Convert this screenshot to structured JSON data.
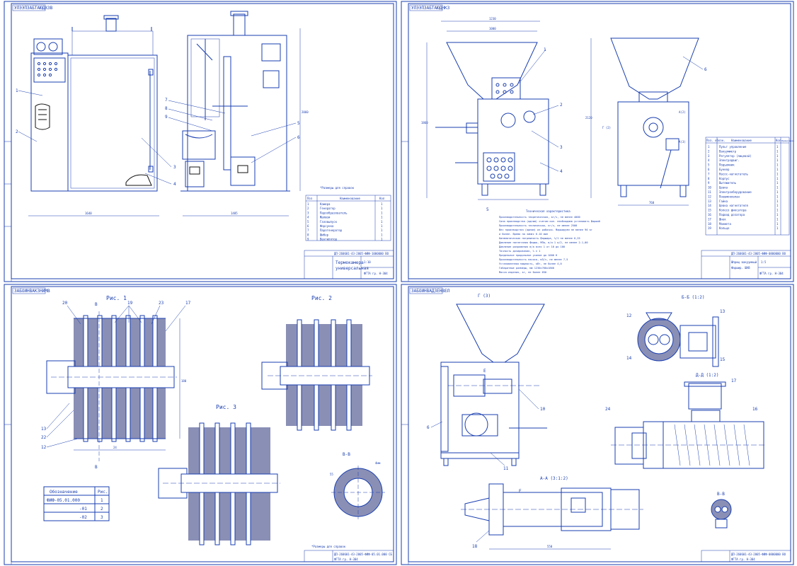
{
  "sheets": [
    {
      "stamp": "УЛЭЭПЗАБТАЮДХЗВ",
      "title_block": {
        "designation": "ДП-260601-43-2005-ФИФ-1000000 ВО",
        "name_line1": "Термокамера",
        "name_line2": "универсальная",
        "group": "ФГТА гр. Н-304",
        "sheets_label": "№",
        "scale": "1:10"
      },
      "note": "*Размеры для справок",
      "spec_headers": [
        "Поз",
        "Наименование",
        "Кол"
      ],
      "spec_rows": [
        [
          "1",
          "Камера",
          "1"
        ],
        [
          "2",
          "Генератор",
          "1"
        ],
        [
          "3",
          "Парообразователь",
          "1"
        ],
        [
          "4",
          "Жалюзи",
          "1"
        ],
        [
          "5",
          "Газовыпуск",
          "1"
        ],
        [
          "6",
          "Форсунка",
          "1"
        ],
        [
          "7",
          "Парогенератор",
          "1"
        ],
        [
          "8",
          "Шибер",
          "1"
        ],
        [
          "9",
          "Вентилятор",
          "1"
        ]
      ],
      "callouts": [
        "1",
        "2",
        "3",
        "4",
        "5",
        "6",
        "7",
        "8",
        "9"
      ],
      "dims": [
        "1640",
        "1485",
        "2060"
      ]
    },
    {
      "stamp": "УЛЭЭПЗАБТАЮДНКЗ",
      "tech_title": "Техническая характеристика",
      "tech_lines": [
        "Производительность теоретическая, кг/ч, не менее           4000",
        "Сила производства (одним) счетом кол. необходимо установить фарший",
        "Производительность техническая, кг/ч, не менее             2500",
        "Вес производства (одним) из рабочих. Фаршируем не менее 96 кг",
        "и более. Время на замес 6-10 мин",
        "Кинематическая погрешность фаршира, %/1 не менее           0,25",
        "Давление нагнетания фарша, МПа, в/а 1 и/2, не менее        2-1,00",
        "Давление разряжения в/а всех 1                         от 10 до 100",
        "Точность дозирования, %                                    ± 1",
        "Предельное продольное усилие до 1000 Н",
        "Производительность насоса, м3/ч, не менее                  7,5",
        "Установленная мощность, кВт, не более                      4,0",
        "Габаритные размеры, мм                           1230х760х1860",
        "Масса изделия, кг, не более                                650"
      ],
      "title_block": {
        "designation": "ДП-260601-43-2005-ФИФ-0800000 ВО",
        "name_line1": "Шприц вакуумный",
        "name_line2": "Фаршир. ШАВ",
        "group": "ФГТА гр. Н-304",
        "scale": "1:5"
      },
      "spec_headers": [
        "Поз. обозн.",
        "Наименование",
        "Кол.",
        "Примечание"
      ],
      "spec_rows": [
        [
          "1",
          "Пульт управления",
          "1"
        ],
        [
          "2",
          "Вакуумметр",
          "1"
        ],
        [
          "3",
          "Регулятор (лицевой)",
          "1"
        ],
        [
          "4",
          "Электродвиг.",
          "1"
        ],
        [
          "5",
          "Подъемник",
          "1"
        ],
        [
          "6",
          "Бункер",
          "1"
        ],
        [
          "7",
          "Насос-нагнетатель",
          "1"
        ],
        [
          "8",
          "Корпус",
          "1"
        ],
        [
          "9",
          "Вытяжитель",
          "1"
        ],
        [
          "10",
          "Цевка",
          "1"
        ],
        [
          "11",
          "Электрооборудование",
          "1"
        ],
        [
          "12",
          "Пневмоклапан",
          "1"
        ],
        [
          "13",
          "Гайка",
          "1"
        ],
        [
          "14",
          "Цевка нагнетателя",
          "1"
        ],
        [
          "15",
          "Колесо фиксатора",
          "1"
        ],
        [
          "16",
          "Подвод дозатора",
          "1"
        ],
        [
          "17",
          "Шнек",
          "1"
        ],
        [
          "18",
          "Манжета",
          "1"
        ],
        [
          "19",
          "Кольцо",
          "1"
        ]
      ],
      "dims": [
        "1230",
        "1000",
        "1860",
        "2120",
        "760"
      ],
      "section_labels": [
        "Г (2)",
        "А(2)",
        "А(3)"
      ]
    },
    {
      "stamp": "ЗАБОИНВАКЗНИМВ",
      "fig_labels": [
        "Рис. 1",
        "Рис. 2",
        "Рис. 3"
      ],
      "section_label": "В-В",
      "callouts": [
        "20",
        "19",
        "23",
        "17",
        "13",
        "22",
        "12",
        "В",
        "В"
      ],
      "designation_table": {
        "headers": [
          "Обозначение",
          "Рис."
        ],
        "rows": [
          [
            "ФИФ-05.01.000",
            "1"
          ],
          [
            "-01",
            "2"
          ],
          [
            "-02",
            "3"
          ]
        ]
      },
      "note": "*Размеры для справок",
      "title_block": {
        "designation": "ДП-260601-43-2005-ФИФ-05.01.000 СБ",
        "group": "ФГТА гр. Н-304"
      },
      "dims": [
        "180",
        "24",
        "50",
        "55",
        "4мм"
      ]
    },
    {
      "stamp": "ЗАБОИНВАДЗЕН8ЕЛ",
      "view_labels": [
        "Г (3)",
        "Б-Б (1:2)",
        "Д-Д (1:2)",
        "А-А (3:1:2)",
        "В-В"
      ],
      "callouts": [
        "6",
        "10",
        "11",
        "12",
        "13",
        "14",
        "15",
        "16",
        "17",
        "18",
        "24",
        "Е",
        "Е"
      ],
      "title_block": {
        "designation": "ДП-260601-43-2005-ФИФ-0800000 ВО",
        "group": "ФГТА гр. Н-304"
      },
      "dims": [
        "550"
      ]
    }
  ]
}
